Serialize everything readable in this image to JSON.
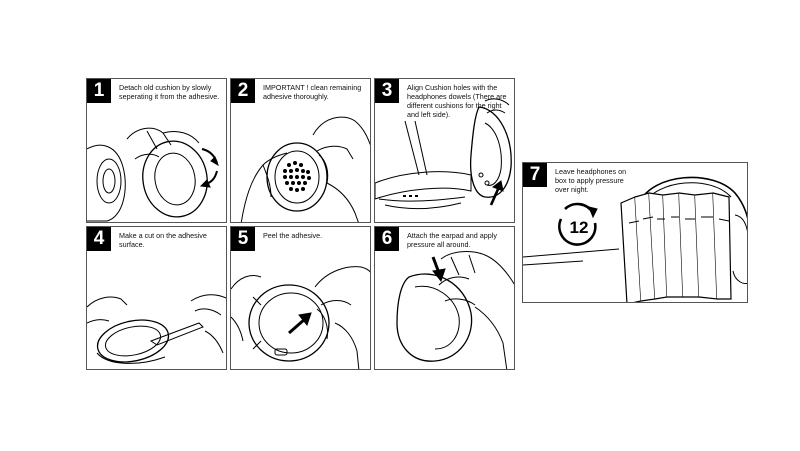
{
  "steps": [
    {
      "number": "1",
      "text": "Detach old cushion by slowly seperating it from the adhesive."
    },
    {
      "number": "2",
      "text": "IMPORTANT ! clean remaining adhesive thoroughly."
    },
    {
      "number": "3",
      "text": "Align Cushion holes with the headphones dowels (There are different cushions for the right and left side)."
    },
    {
      "number": "4",
      "text": "Make a cut on the adhesive surface."
    },
    {
      "number": "5",
      "text": "Peel the adhesive."
    },
    {
      "number": "6",
      "text": "Attach the earpad and apply pressure all around."
    },
    {
      "number": "7",
      "text": "Leave headphones on box to apply pressure over night."
    }
  ],
  "timer": {
    "label": "12"
  }
}
